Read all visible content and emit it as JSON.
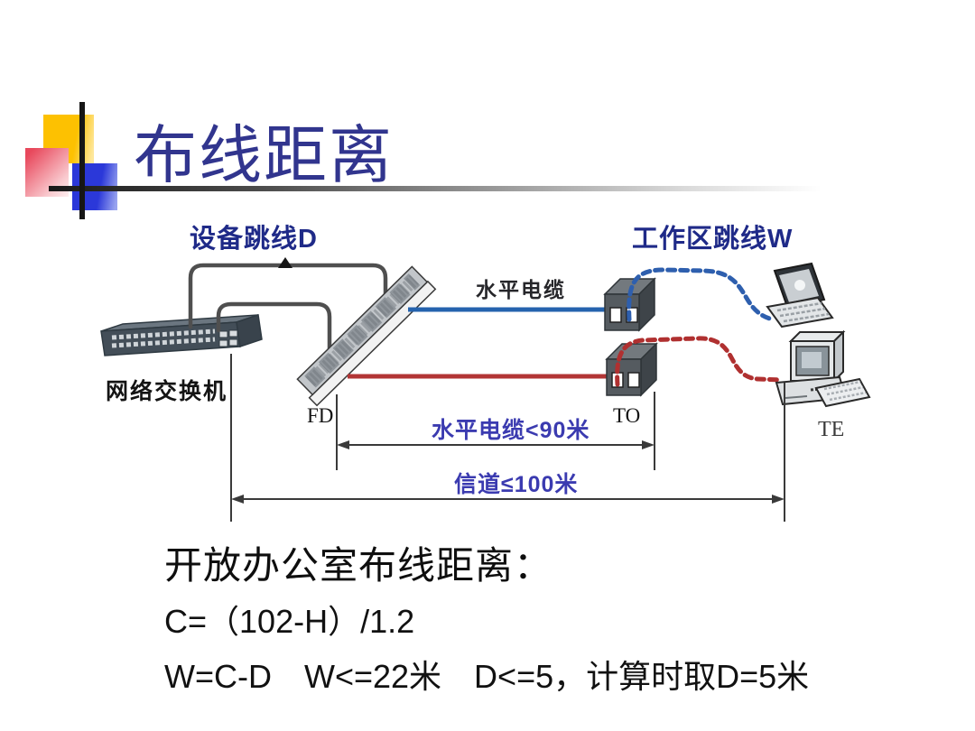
{
  "slide": {
    "title": "布线距离",
    "diagram": {
      "equipment_jumper_label": "设备跳线D",
      "workarea_jumper_label": "工作区跳线W",
      "switch_label": "网络交换机",
      "horizontal_cable_label": "水平电缆",
      "fd_label": "FD",
      "to_label": "TO",
      "te_label": "TE",
      "horizontal_cable_dim": "水平电缆<90米",
      "channel_dim": "信道≤100米"
    },
    "notes": {
      "heading": "开放办公室布线距离：",
      "formula_c": "C=（102-H）/1.2",
      "formula_w": "W=C-D　W<=22米　D<=5，计算时取D=5米"
    },
    "colors": {
      "title_blue": "#31358e",
      "label_navy": "#1f2a88",
      "dim_blue": "#3b3bb0",
      "cable_blue": "#2563ae",
      "cable_red": "#b23535",
      "cable_gray": "#4f4f4f",
      "accent_yellow": "#fdc101",
      "accent_blue": "#2b38d9",
      "accent_pink": "#e8485c"
    }
  }
}
